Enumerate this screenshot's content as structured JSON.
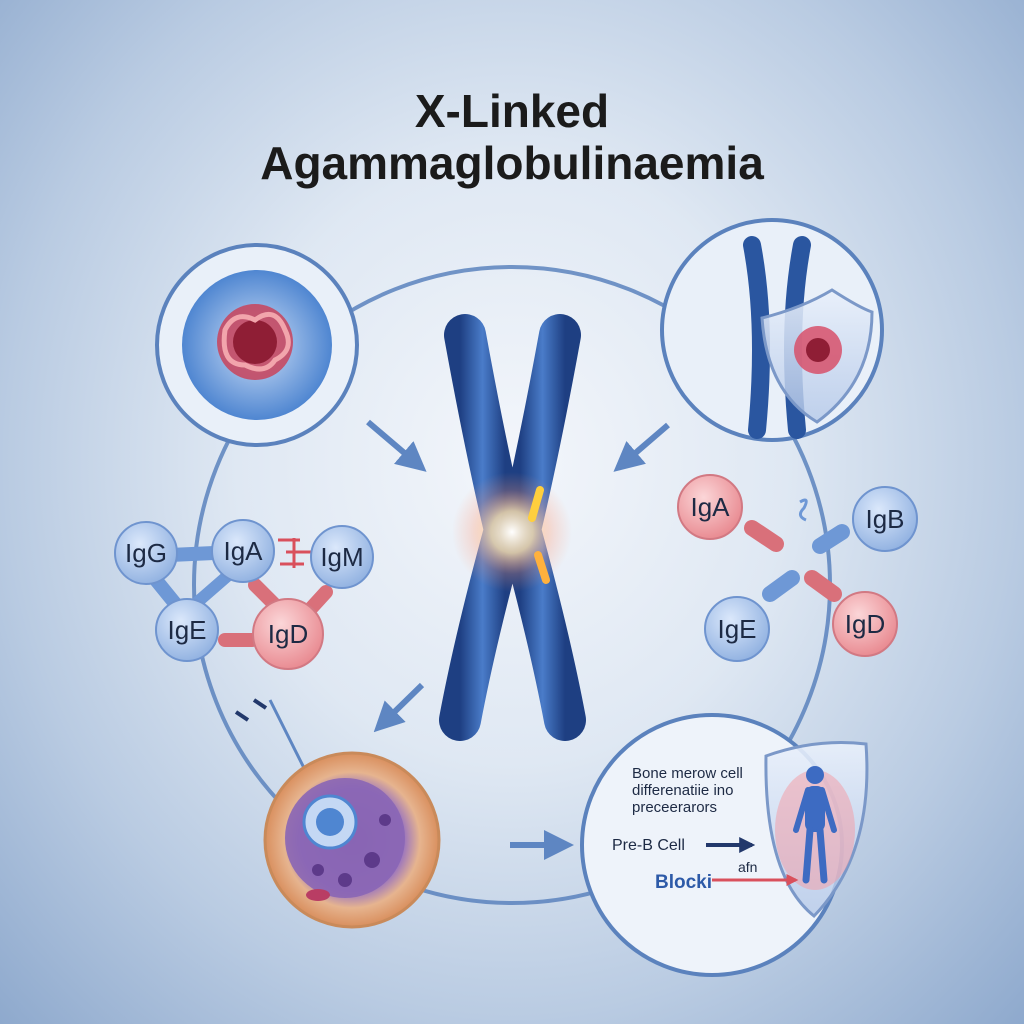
{
  "title": {
    "line1": "X-Linked",
    "line2": "Agammaglobulinaemia"
  },
  "left_immunoglobulins": [
    "IgG",
    "IgA",
    "IgM",
    "IgE",
    "IgD"
  ],
  "right_immunoglobulins": [
    "IgA",
    "IgB",
    "IgE",
    "IgD"
  ],
  "bottom_panel": {
    "text_line1": "Bone merow cell",
    "text_line2": "differenatiie ino",
    "text_line3": "preceerarors",
    "pre_b_label": "Pre-B Cell",
    "block_label": "Blocki",
    "arrow_label": "afn"
  },
  "colors": {
    "blue_node": "#9fbbe6",
    "red_node": "#ee9ea3",
    "ring": "#5b82bd",
    "chromosome": "#2e5aa6",
    "arrow": "#5e86c2"
  }
}
